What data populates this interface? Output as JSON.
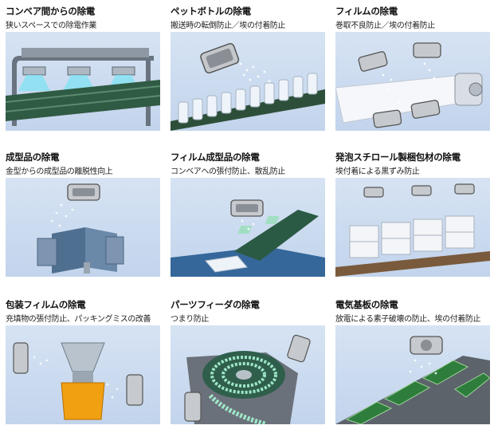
{
  "cards": [
    {
      "title": "コンベア間からの除電",
      "subtitle": "狭いスペースでの除電作業",
      "scene": "conveyor"
    },
    {
      "title": "ペットボトルの除電",
      "subtitle": "搬送時の転倒防止／埃の付着防止",
      "scene": "bottles"
    },
    {
      "title": "フィルムの除電",
      "subtitle": "巻取不良防止／埃の付着防止",
      "scene": "film"
    },
    {
      "title": "成型品の除電",
      "subtitle": "金型からの成型品の離脱性向上",
      "scene": "mold"
    },
    {
      "title": "フィルム成型品の除電",
      "subtitle": "コンベアへの張付防止、散乱防止",
      "scene": "film-molded"
    },
    {
      "title": "発泡スチロール製梱包材の除電",
      "subtitle": "埃付着による黒ずみ防止",
      "scene": "styrofoam"
    },
    {
      "title": "包装フィルムの除電",
      "subtitle": "充填物の張付防止、パッキングミスの改善",
      "scene": "packaging"
    },
    {
      "title": "パーツフィーダの除電",
      "subtitle": "つまり防止",
      "scene": "parts-feeder"
    },
    {
      "title": "電気基板の除電",
      "subtitle": "放電による素子破壊の防止、埃の付着防止",
      "scene": "circuit-board"
    }
  ]
}
